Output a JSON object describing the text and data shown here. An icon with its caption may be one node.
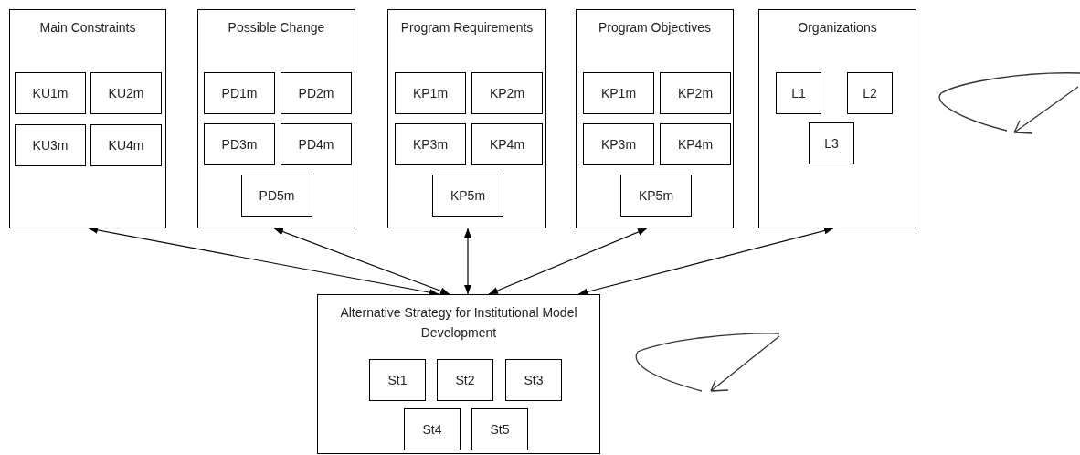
{
  "diagram": {
    "nodes": [
      {
        "text": [
          "Main Constraints"
        ]
      },
      {
        "text": [
          "KU1m"
        ],
        "in": 0
      },
      {
        "text": [
          "KU2m"
        ],
        "in": 0
      },
      {
        "text": [
          "KU3m"
        ],
        "in": 0
      },
      {
        "text": [
          "KU4m"
        ],
        "in": 0
      },
      {
        "text": [
          "Possible Change"
        ]
      },
      {
        "text": [
          "PD1m"
        ],
        "in": 5
      },
      {
        "text": [
          "PD2m"
        ],
        "in": 5
      },
      {
        "text": [
          "PD3m"
        ],
        "in": 5
      },
      {
        "text": [
          "PD4m"
        ],
        "in": 5
      },
      {
        "text": [
          "PD5m"
        ],
        "in": 5
      },
      {
        "text": [
          "Program Requirements"
        ]
      },
      {
        "text": [
          "KP1m"
        ],
        "in": 11
      },
      {
        "text": [
          "KP2m"
        ],
        "in": 11
      },
      {
        "text": [
          "KP3m"
        ],
        "in": 11
      },
      {
        "text": [
          "KP4m"
        ],
        "in": 11
      },
      {
        "text": [
          "KP5m"
        ],
        "in": 11
      },
      {
        "text": [
          "Program Objectives"
        ]
      },
      {
        "text": [
          "KP1m"
        ],
        "in": 17
      },
      {
        "text": [
          "KP2m"
        ],
        "in": 17
      },
      {
        "text": [
          "KP3m"
        ],
        "in": 17
      },
      {
        "text": [
          "KP4m"
        ],
        "in": 17
      },
      {
        "text": [
          "KP5m"
        ],
        "in": 17
      },
      {
        "text": [
          "Organizations"
        ]
      },
      {
        "text": [
          "L1"
        ],
        "in": 23
      },
      {
        "text": [
          "L2"
        ],
        "in": 23
      },
      {
        "text": [
          "L3"
        ],
        "in": 23
      },
      {
        "text": [
          "Alternative Strategy for Institutional Model Development"
        ]
      },
      {
        "text": [
          "St1"
        ],
        "in": 27
      },
      {
        "text": [
          "St2"
        ],
        "in": 27
      },
      {
        "text": [
          "St3"
        ],
        "in": 27
      },
      {
        "text": [
          "St4"
        ],
        "in": 27
      },
      {
        "text": [
          "St5"
        ],
        "in": 27
      }
    ],
    "edges": [
      {
        "from": 27,
        "to": 0,
        "arrow": "both"
      },
      {
        "from": 27,
        "to": 5,
        "arrow": "both"
      },
      {
        "from": 27,
        "to": 11,
        "arrow": "both"
      },
      {
        "from": 27,
        "to": 17,
        "arrow": "both"
      },
      {
        "from": 27,
        "to": 23,
        "arrow": "both"
      }
    ]
  }
}
